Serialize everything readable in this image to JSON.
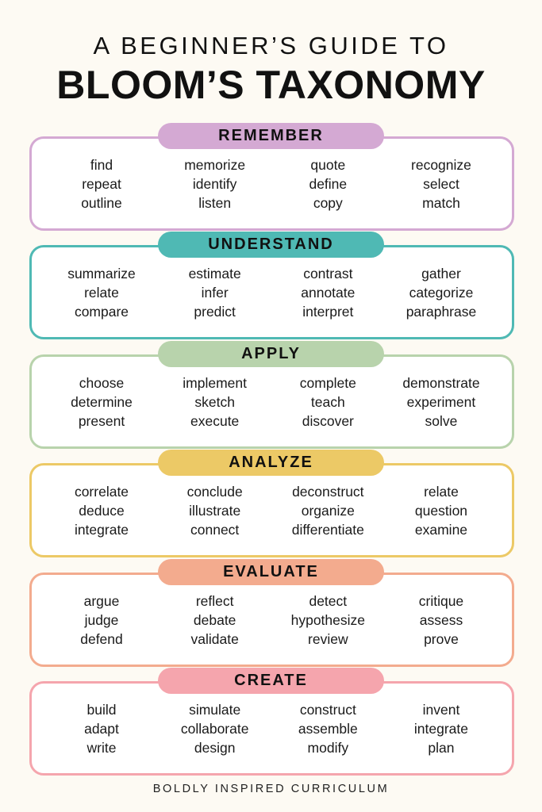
{
  "header": {
    "subtitle": "A BEGINNER’S GUIDE TO",
    "title": "BLOOM’S TAXONOMY"
  },
  "sections": [
    {
      "label": "REMEMBER",
      "color": "#d4a9d3",
      "columns": [
        [
          "find",
          "repeat",
          "outline"
        ],
        [
          "memorize",
          "identify",
          "listen"
        ],
        [
          "quote",
          "define",
          "copy"
        ],
        [
          "recognize",
          "select",
          "match"
        ]
      ]
    },
    {
      "label": "UNDERSTAND",
      "color": "#4fb9b4",
      "columns": [
        [
          "summarize",
          "relate",
          "compare"
        ],
        [
          "estimate",
          "infer",
          "predict"
        ],
        [
          "contrast",
          "annotate",
          "interpret"
        ],
        [
          "gather",
          "categorize",
          "paraphrase"
        ]
      ]
    },
    {
      "label": "APPLY",
      "color": "#b8d3ac",
      "columns": [
        [
          "choose",
          "determine",
          "present"
        ],
        [
          "implement",
          "sketch",
          "execute"
        ],
        [
          "complete",
          "teach",
          "discover"
        ],
        [
          "demonstrate",
          "experiment",
          "solve"
        ]
      ]
    },
    {
      "label": "ANALYZE",
      "color": "#ecc966",
      "columns": [
        [
          "correlate",
          "deduce",
          "integrate"
        ],
        [
          "conclude",
          "illustrate",
          "connect"
        ],
        [
          "deconstruct",
          "organize",
          "differentiate"
        ],
        [
          "relate",
          "question",
          "examine"
        ]
      ]
    },
    {
      "label": "EVALUATE",
      "color": "#f3ab8e",
      "columns": [
        [
          "argue",
          "judge",
          "defend"
        ],
        [
          "reflect",
          "debate",
          "validate"
        ],
        [
          "detect",
          "hypothesize",
          "review"
        ],
        [
          "critique",
          "assess",
          "prove"
        ]
      ]
    },
    {
      "label": "CREATE",
      "color": "#f5a5ad",
      "columns": [
        [
          "build",
          "adapt",
          "write"
        ],
        [
          "simulate",
          "collaborate",
          "design"
        ],
        [
          "construct",
          "assemble",
          "modify"
        ],
        [
          "invent",
          "integrate",
          "plan"
        ]
      ]
    }
  ],
  "footer": "BOLDLY INSPIRED CURRICULUM"
}
